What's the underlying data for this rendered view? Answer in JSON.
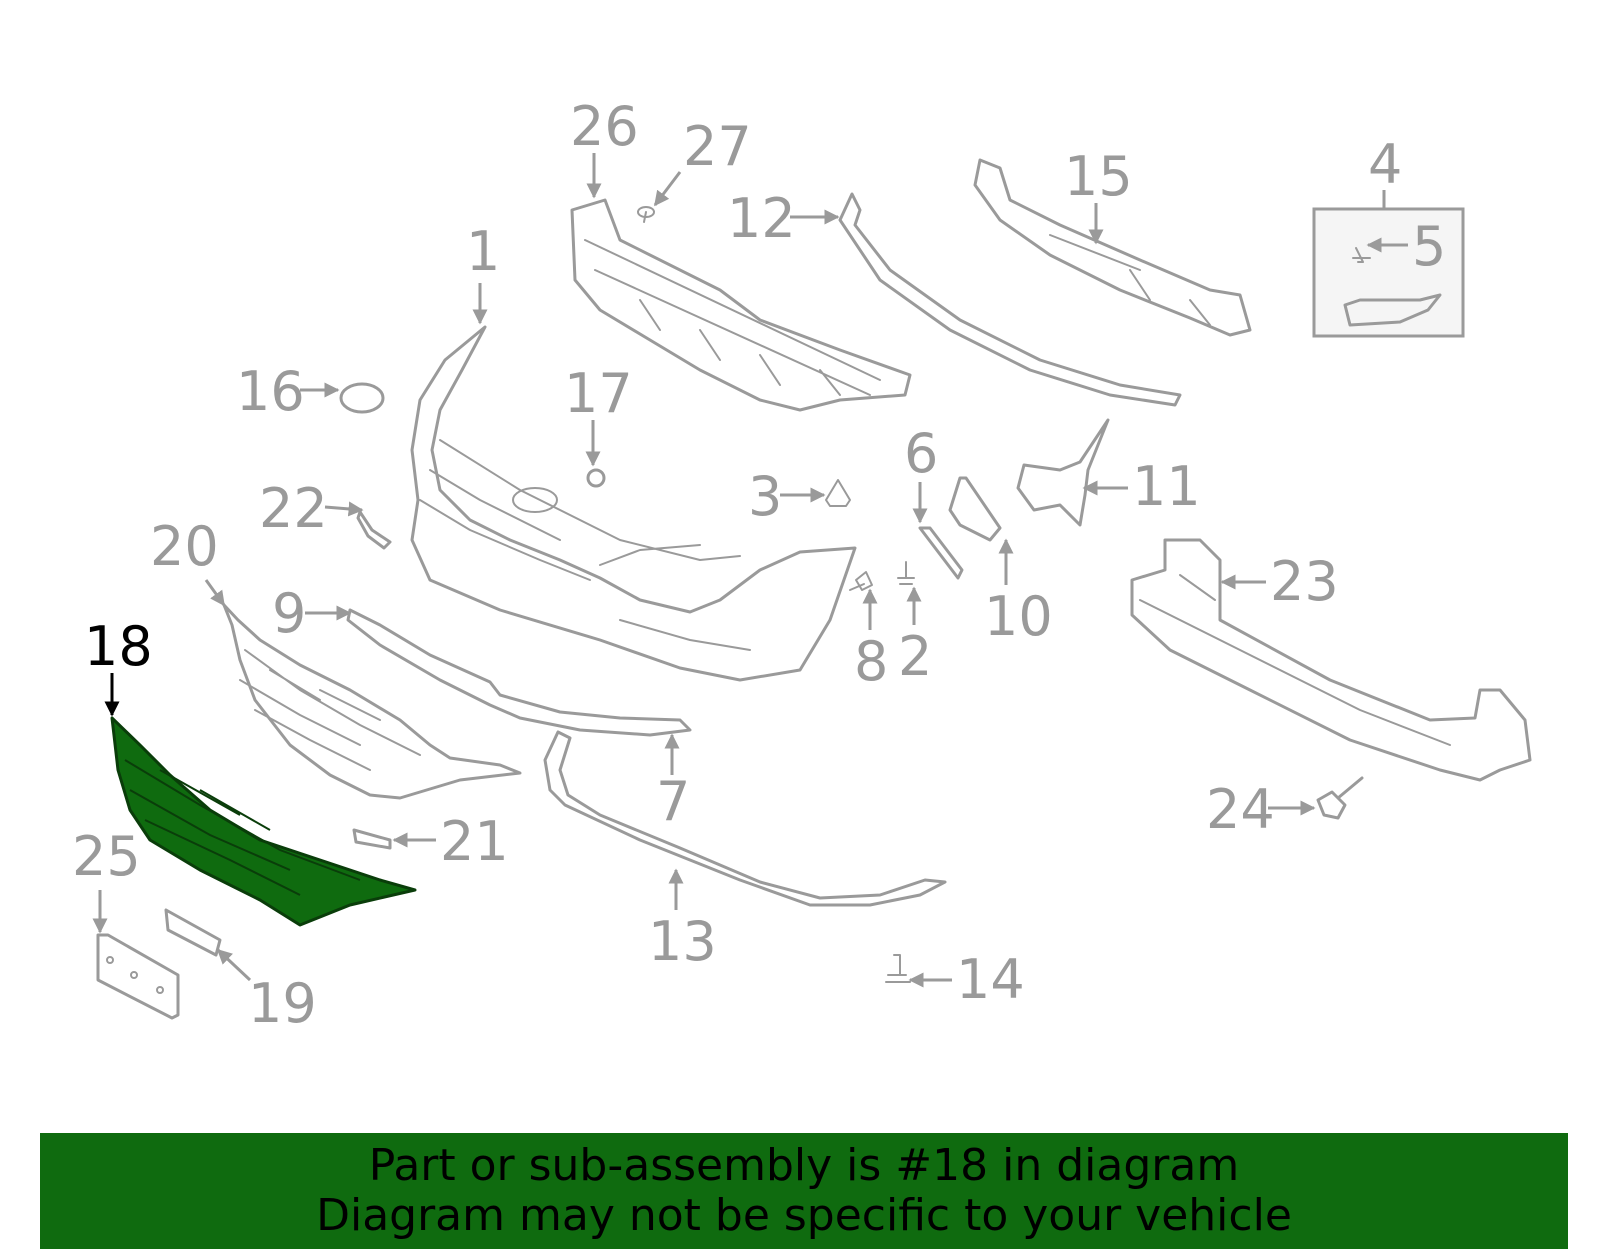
{
  "diagram": {
    "highlighted_part": "18",
    "highlight_color": "#0f6b0f",
    "callout_color": "#9a9a9a",
    "callouts": [
      "1",
      "2",
      "3",
      "4",
      "5",
      "6",
      "7",
      "8",
      "9",
      "10",
      "11",
      "12",
      "13",
      "14",
      "15",
      "16",
      "17",
      "18",
      "19",
      "20",
      "21",
      "22",
      "23",
      "24",
      "25",
      "26",
      "27"
    ]
  },
  "banner": {
    "line1": "Part or sub-assembly is #18 in diagram",
    "line2": "Diagram may not be specific to your vehicle",
    "background": "#0f6b0f"
  }
}
